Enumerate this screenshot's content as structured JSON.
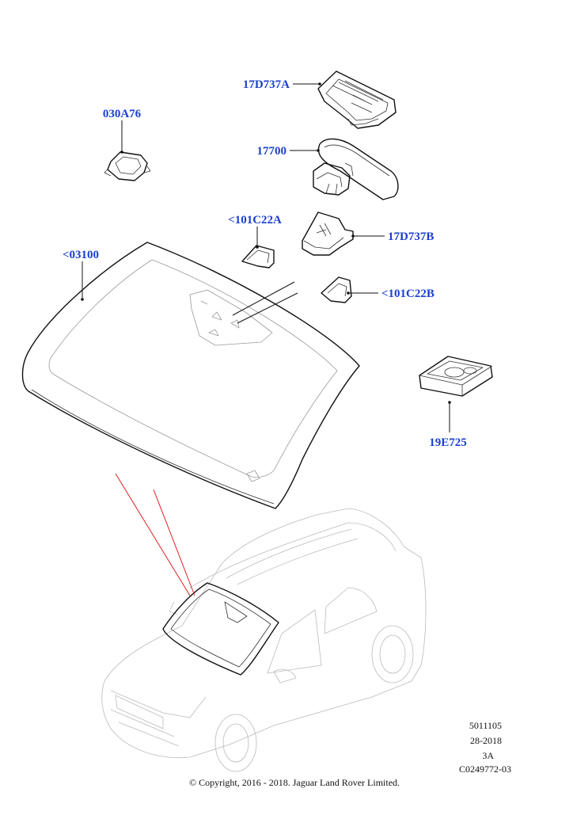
{
  "callouts": {
    "sensor_cover": "17D737A",
    "rain_sensor": "030A76",
    "mirror": "17700",
    "bracket_left": "<101C22A",
    "camera_cover": "17D737B",
    "windscreen": "<03100",
    "bracket_right": "<101C22B",
    "repair_kit": "19E725"
  },
  "info": {
    "line1": "5011105",
    "line2": "28-2018",
    "line3": "3A",
    "line4": "C0249772-03"
  },
  "copyright": "© Copyright, 2016 - 2018. Jaguar Land Rover Limited."
}
